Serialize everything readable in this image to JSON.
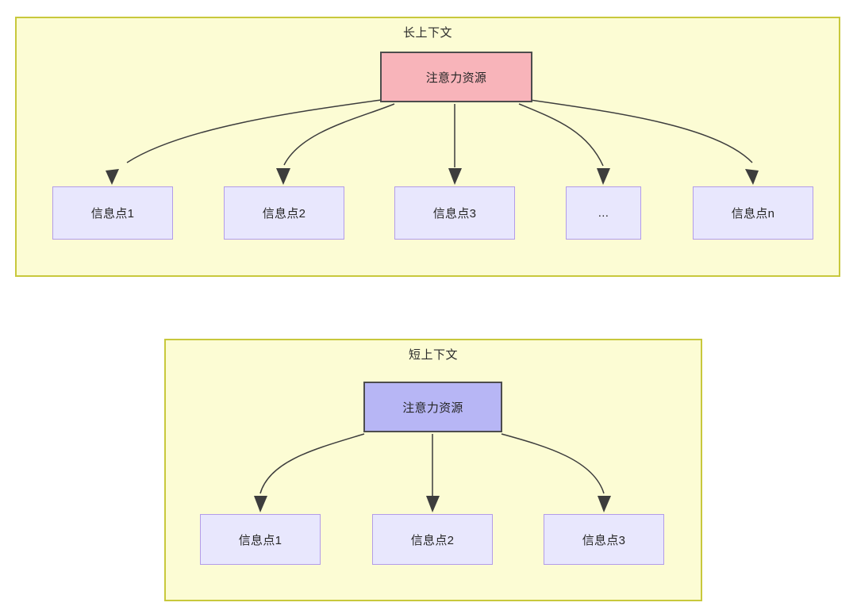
{
  "diagram": {
    "type": "tree-comparison",
    "background_color": "#ffffff",
    "panels": [
      {
        "id": "long-context",
        "title": "长上下文",
        "fill_color": "#fcfcd4",
        "border_color": "#c8c83c",
        "root": {
          "label": "注意力资源",
          "fill_color": "#f8b4ba",
          "border_color": "#4d4d4d"
        },
        "leaves": [
          {
            "label": "信息点1"
          },
          {
            "label": "信息点2"
          },
          {
            "label": "信息点3"
          },
          {
            "label": "..."
          },
          {
            "label": "信息点n"
          }
        ],
        "leaf_fill_color": "#e8e7fd",
        "leaf_border_color": "#b39ce8",
        "edge_color": "#3d3d3d",
        "edge_count": 5
      },
      {
        "id": "short-context",
        "title": "短上下文",
        "fill_color": "#fcfcd4",
        "border_color": "#c8c83c",
        "root": {
          "label": "注意力资源",
          "fill_color": "#b7b6f5",
          "border_color": "#4d4d4d"
        },
        "leaves": [
          {
            "label": "信息点1"
          },
          {
            "label": "信息点2"
          },
          {
            "label": "信息点3"
          }
        ],
        "leaf_fill_color": "#e8e7fd",
        "leaf_border_color": "#b39ce8",
        "edge_color": "#3d3d3d",
        "edge_count": 3
      }
    ]
  }
}
